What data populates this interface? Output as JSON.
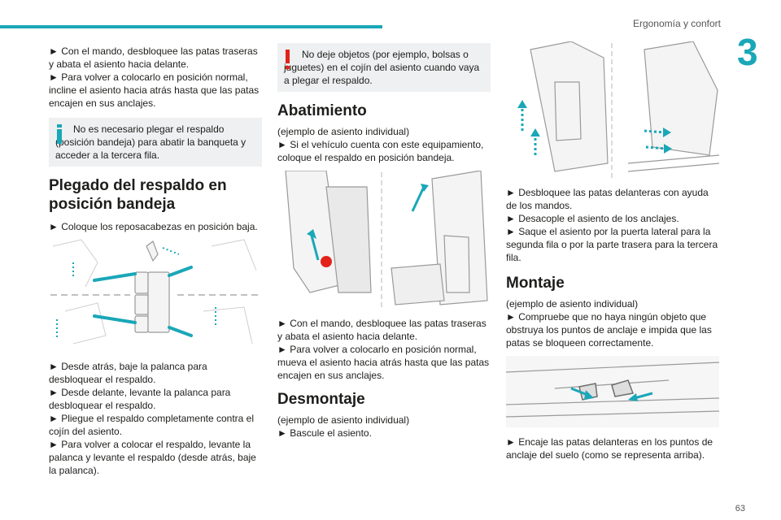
{
  "header": {
    "section_title": "Ergonomía y confort",
    "chapter_number": "3",
    "page_number": "63"
  },
  "col1": {
    "p1": "► Con el mando, desbloquee las patas traseras y abata el asiento hacia delante.",
    "p2": "► Para volver a colocarlo en posición normal, incline el asiento hacia atrás hasta que las patas encajen en sus anclajes.",
    "note": "No es necesario plegar el respaldo (posición bandeja) para abatir la banqueta y acceder a la tercera fila.",
    "heading": "Plegado del respaldo en posición bandeja",
    "p3": "► Coloque los reposacabezas en posición baja.",
    "p4": "► Desde atrás, baje la palanca para desbloquear el respaldo.",
    "p5": "► Desde delante, levante la palanca para desbloquear el respaldo.",
    "p6": "► Pliegue el respaldo completamente contra el cojín del asiento.",
    "p7": "► Para volver a colocar el respaldo, levante la palanca y levante el respaldo (desde atrás, baje la palanca)."
  },
  "col2": {
    "warning": "No deje objetos (por ejemplo, bolsas o juguetes) en el cojín del asiento cuando vaya a plegar el respaldo.",
    "heading1": "Abatimiento",
    "sub1": "(ejemplo de asiento individual)",
    "p1": "► Si el vehículo cuenta con este equipamiento, coloque el respaldo en posición bandeja.",
    "p2": "► Con el mando, desbloquee las patas traseras y abata el asiento hacia delante.",
    "p3": "► Para volver a colocarlo en posición normal, mueva el asiento hacia atrás hasta que las patas encajen en sus anclajes.",
    "heading2": "Desmontaje",
    "sub2": "(ejemplo de asiento individual)",
    "p4": "► Bascule el asiento."
  },
  "col3": {
    "p1": "► Desbloquee las patas delanteras con ayuda de los mandos.",
    "p2": "► Desacople el asiento de los anclajes.",
    "p3": "► Saque el asiento por la puerta lateral para la segunda fila o por la parte trasera para la tercera fila.",
    "heading": "Montaje",
    "sub": "(ejemplo de asiento individual)",
    "p4": "► Compruebe que no haya ningún objeto que obstruya los puntos de anclaje e impida que las patas se bloqueen correctamente.",
    "p5": "► Encaje las patas delanteras en los puntos de anclaje del suelo (como se representa arriba)."
  },
  "colors": {
    "accent": "#1aa7b8",
    "warning": "#e2231a",
    "note_bg": "#eef0f1"
  }
}
